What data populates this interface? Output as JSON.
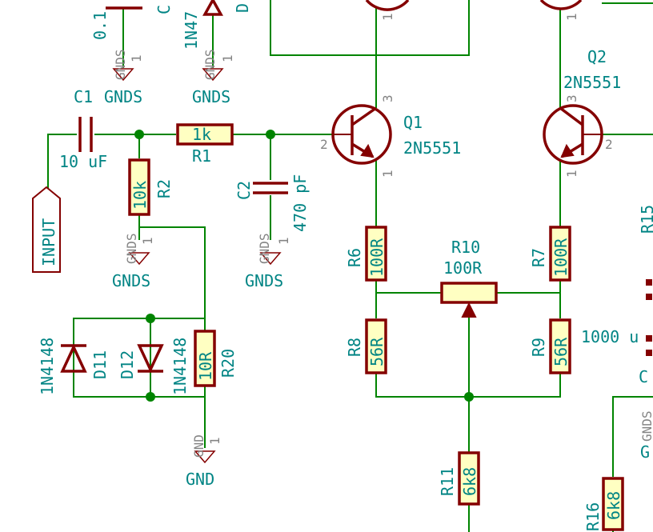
{
  "components": {
    "input_port": "INPUT",
    "c1": {
      "ref": "C1",
      "value": "10 uF"
    },
    "c1_top": {
      "value": "0.1"
    },
    "c_top_partial": {
      "ref": "C"
    },
    "d_top": {
      "value": "1N47",
      "ref": "D"
    },
    "r1": {
      "ref": "R1",
      "value": "1k"
    },
    "r2": {
      "ref": "R2",
      "value": "10k"
    },
    "c2": {
      "ref": "C2",
      "value": "470 pF"
    },
    "q1": {
      "ref": "Q1",
      "value": "2N5551"
    },
    "q2": {
      "ref": "Q2",
      "value": "2N5551"
    },
    "r6": {
      "ref": "R6",
      "value": "100R"
    },
    "r7": {
      "ref": "R7",
      "value": "100R"
    },
    "r8": {
      "ref": "R8",
      "value": "56R"
    },
    "r9": {
      "ref": "R9",
      "value": "56R"
    },
    "r10": {
      "ref": "R10",
      "value": "100R"
    },
    "r11": {
      "ref": "R11",
      "value": "6k8"
    },
    "r15": {
      "ref": "R15"
    },
    "r16": {
      "ref": "R16",
      "value": "6k8"
    },
    "r20": {
      "ref": "R20",
      "value": "10R"
    },
    "d11": {
      "ref": "D11",
      "value": "1N4148"
    },
    "d12": {
      "ref": "D12",
      "value": "1N4148"
    },
    "cap_right": {
      "value": "1000 u",
      "ref": "C"
    }
  },
  "nets": {
    "gnds": "GNDS",
    "gnd": "GND",
    "g_partial": "G"
  },
  "pins": {
    "p1": "1",
    "p2": "2",
    "p3": "3"
  }
}
